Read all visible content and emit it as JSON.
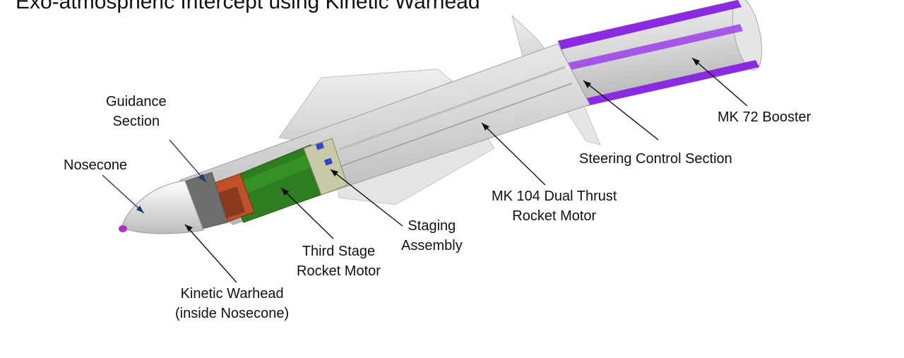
{
  "title": "Exo-atmospheric Intercept using Kinetic Warhead",
  "labels": {
    "guidance": [
      "Guidance",
      "Section"
    ],
    "nosecone": "Nosecone",
    "kinetic": [
      "Kinetic Warhead",
      "(inside Nosecone)"
    ],
    "third_stage": [
      "Third Stage",
      "Rocket Motor"
    ],
    "staging": [
      "Staging",
      "Assembly"
    ],
    "mk104": [
      "MK 104 Dual Thrust",
      "Rocket Motor"
    ],
    "steering": "Steering Control Section",
    "mk72": "MK 72 Booster"
  },
  "colors": {
    "booster_band": "#8a2be2",
    "third_stage_green": "#2e7d1f",
    "guidance_orange": "#c0502b",
    "nose_tip": "#b030c0",
    "leader_blue": "#1f3c6e",
    "staging_blue": "#3344cc"
  }
}
